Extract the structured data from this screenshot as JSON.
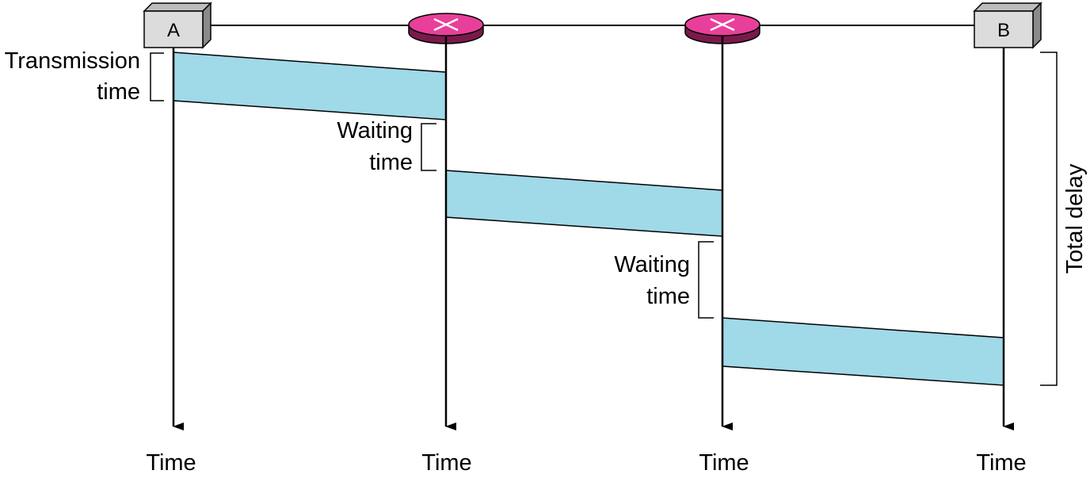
{
  "nodes": {
    "a_label": "A",
    "b_label": "B"
  },
  "colors": {
    "packet_fill": "#a0d9e8",
    "router_fill": "#e8409a",
    "router_side": "#7a1a4a",
    "host_front": "#dcdcdc",
    "host_side": "#8a8a8a"
  },
  "timelines": {
    "label_a": "Time",
    "label_r1": "Time",
    "label_r2": "Time",
    "label_b": "Time"
  },
  "annotations": {
    "transmission_line1": "Transmission",
    "transmission_line2": "time",
    "waiting1_line1": "Waiting",
    "waiting1_line2": "time",
    "waiting2_line1": "Waiting",
    "waiting2_line2": "time",
    "total_delay": "Total delay"
  }
}
